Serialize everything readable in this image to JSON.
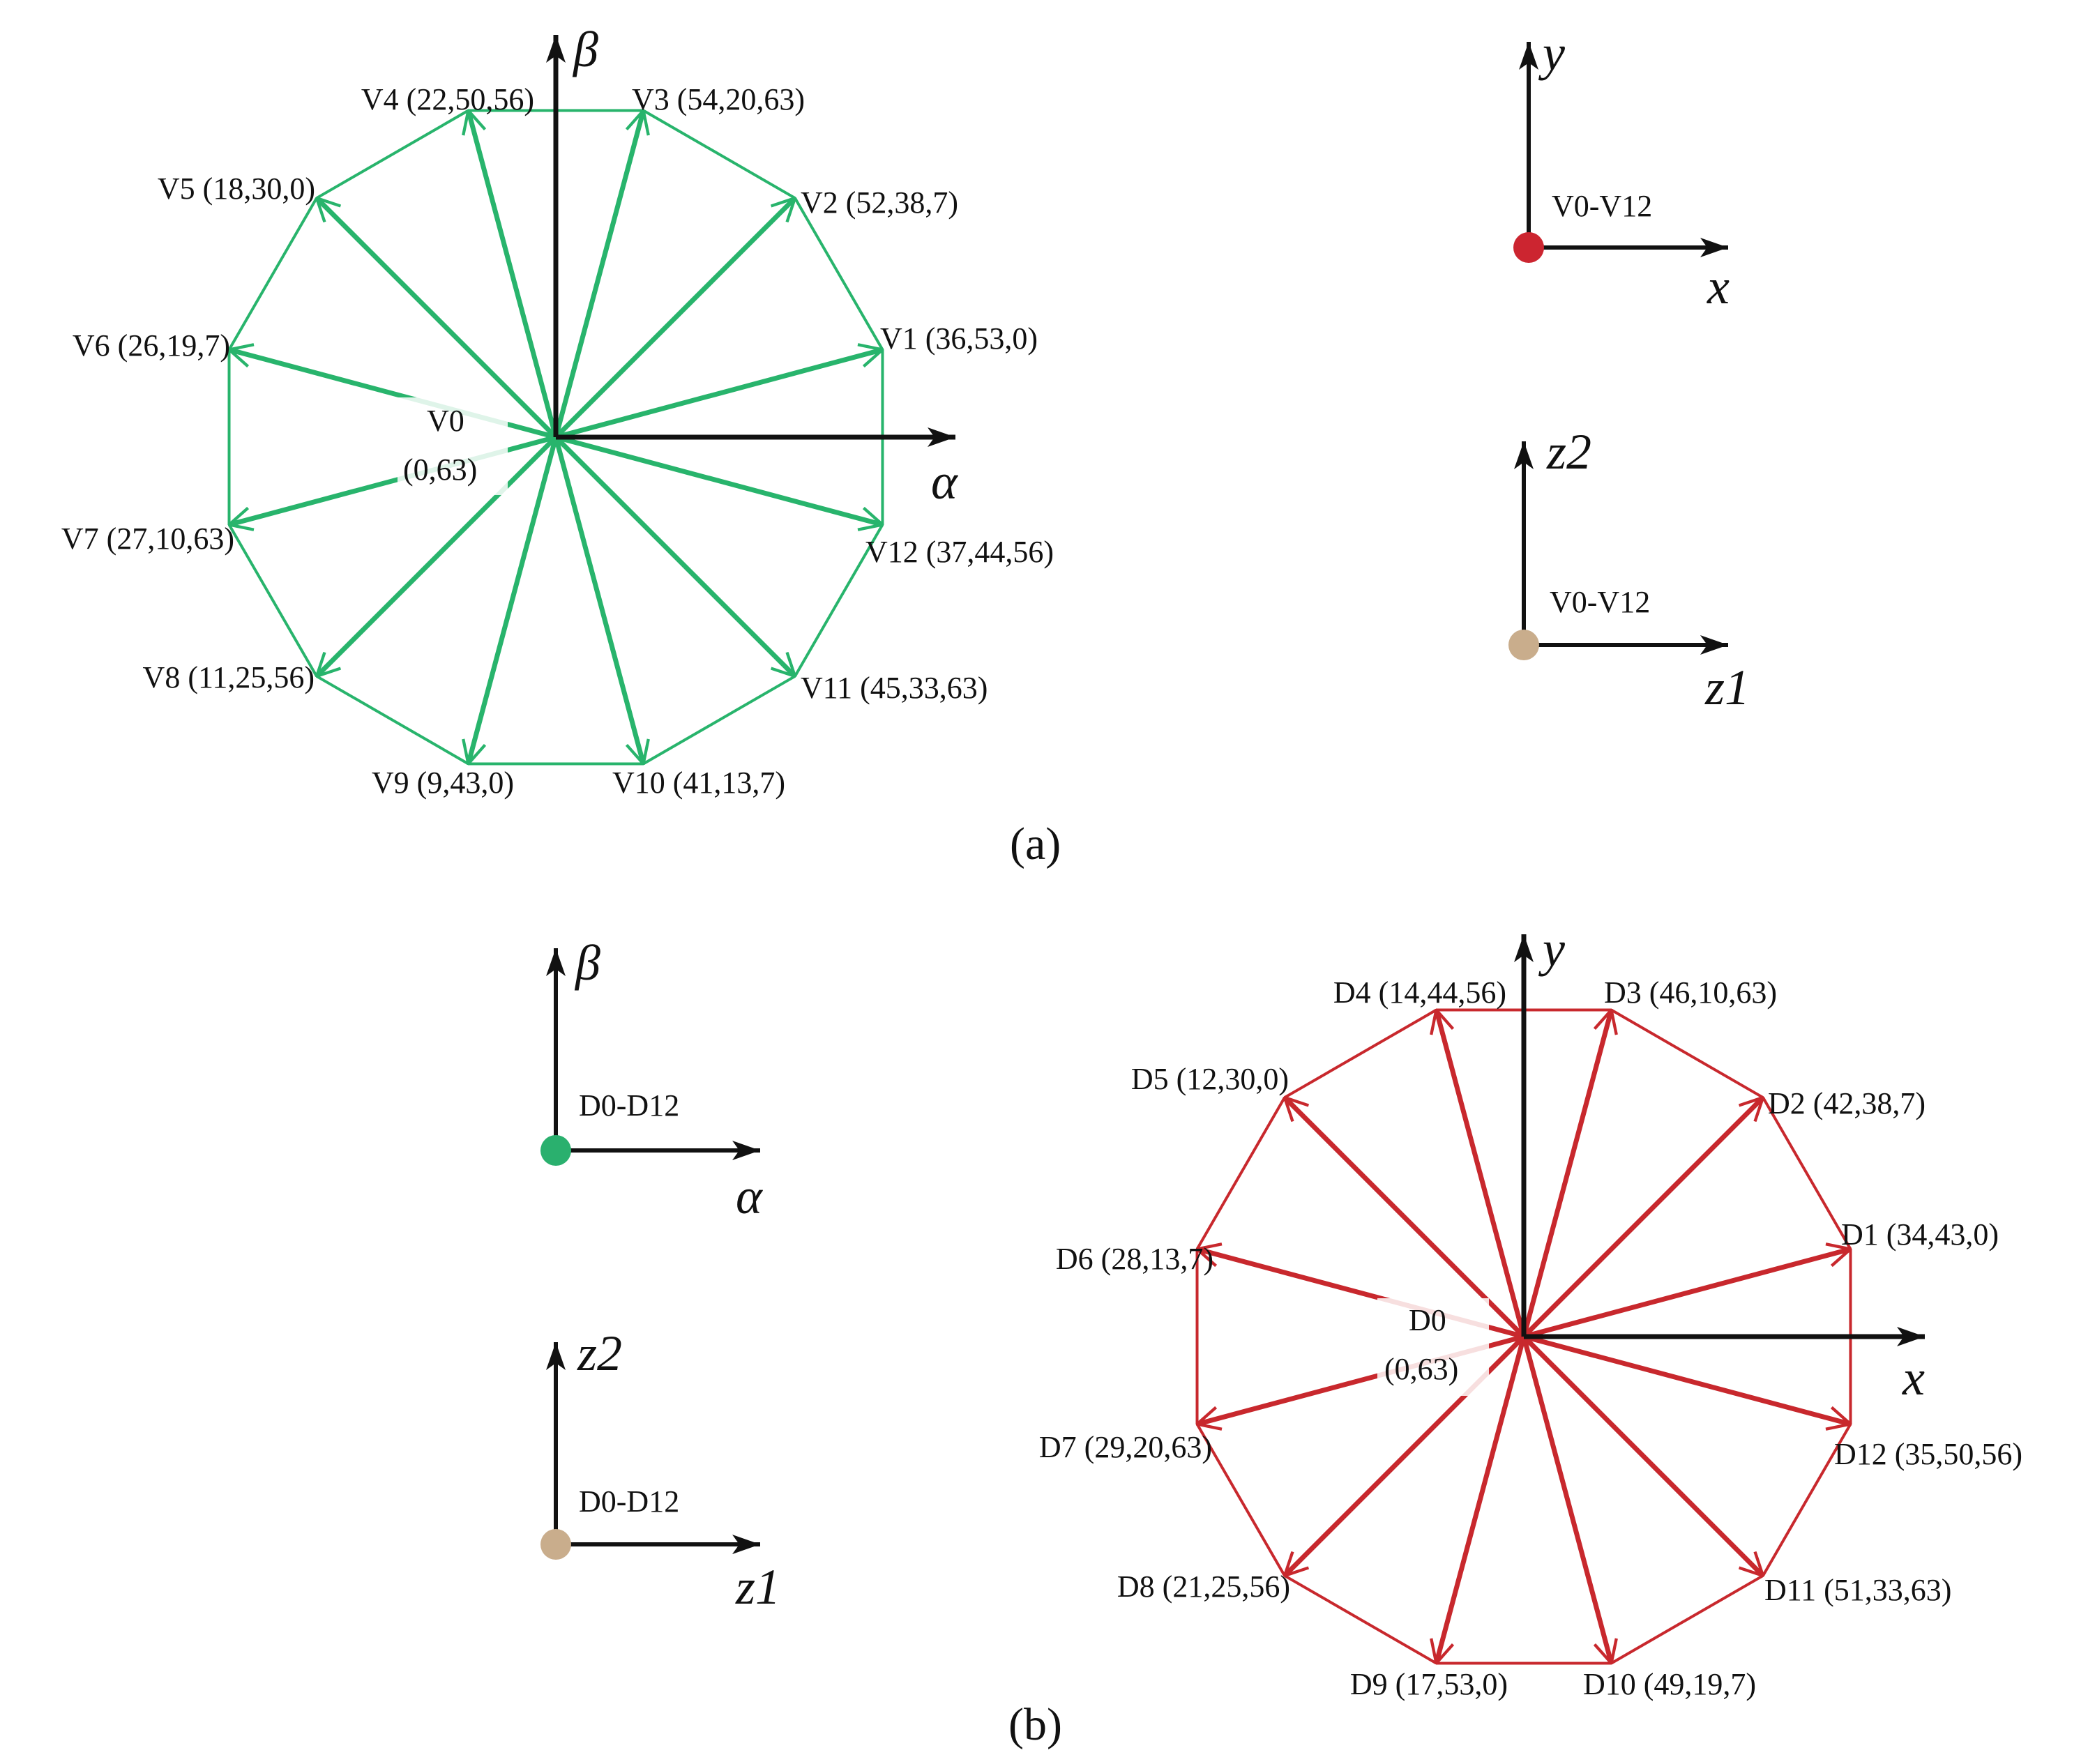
{
  "colors": {
    "green": "#28b46c",
    "red": "#c8282d",
    "axis": "#111111",
    "red_dot": "#cc2530",
    "tan_dot": "#c9ad8c",
    "green_dot": "#2ab06e"
  },
  "panel_a": {
    "caption": "(a)",
    "main_axes": {
      "x_label": "α",
      "y_label": "β"
    },
    "origin_label_line1": "V0",
    "origin_label_line2": "(0,63)",
    "vectors": [
      {
        "label": "V1 (36,53,0)"
      },
      {
        "label": "V2 (52,38,7)"
      },
      {
        "label": "V3 (54,20,63)"
      },
      {
        "label": "V4 (22,50,56)"
      },
      {
        "label": "V5 (18,30,0)"
      },
      {
        "label": "V6 (26,19,7)"
      },
      {
        "label": "V7 (27,10,63)"
      },
      {
        "label": "V8 (11,25,56)"
      },
      {
        "label": "V9 (9,43,0)"
      },
      {
        "label": "V10 (41,13,7)"
      },
      {
        "label": "V11 (45,33,63)"
      },
      {
        "label": "V12 (37,44,56)"
      }
    ],
    "mini_xy": {
      "x_label": "x",
      "y_label": "y",
      "range": "V0-V12"
    },
    "mini_z": {
      "x_label": "z1",
      "y_label": "z2",
      "range": "V0-V12"
    }
  },
  "panel_b": {
    "caption": "(b)",
    "main_axes": {
      "x_label": "x",
      "y_label": "y"
    },
    "origin_label_line1": "D0",
    "origin_label_line2": "(0,63)",
    "vectors": [
      {
        "label": "D1 (34,43,0)"
      },
      {
        "label": "D2 (42,38,7)"
      },
      {
        "label": "D3 (46,10,63)"
      },
      {
        "label": "D4 (14,44,56)"
      },
      {
        "label": "D5 (12,30,0)"
      },
      {
        "label": "D6 (28,13,7)"
      },
      {
        "label": "D7 (29,20,63)"
      },
      {
        "label": "D8 (21,25,56)"
      },
      {
        "label": "D9 (17,53,0)"
      },
      {
        "label": "D10 (49,19,7)"
      },
      {
        "label": "D11 (51,33,63)"
      },
      {
        "label": "D12 (35,50,56)"
      }
    ],
    "mini_ab": {
      "x_label": "α",
      "y_label": "β",
      "range": "D0-D12"
    },
    "mini_z": {
      "x_label": "z1",
      "y_label": "z2",
      "range": "D0-D12"
    }
  }
}
